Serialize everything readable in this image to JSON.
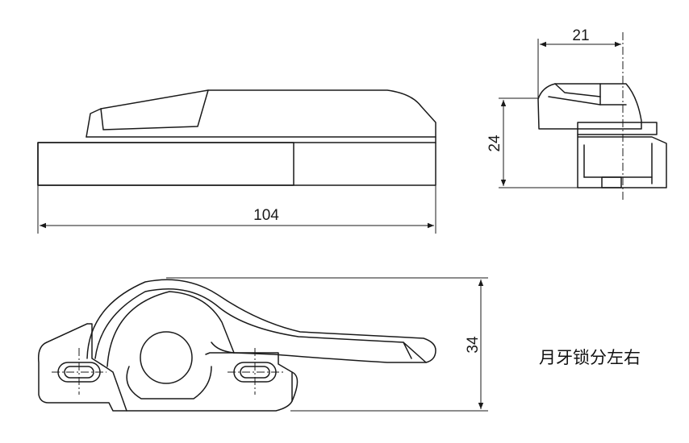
{
  "dimensions": {
    "length": "104",
    "width": "21",
    "height": "24",
    "depth": "34"
  },
  "caption": "月牙锁分左右"
}
